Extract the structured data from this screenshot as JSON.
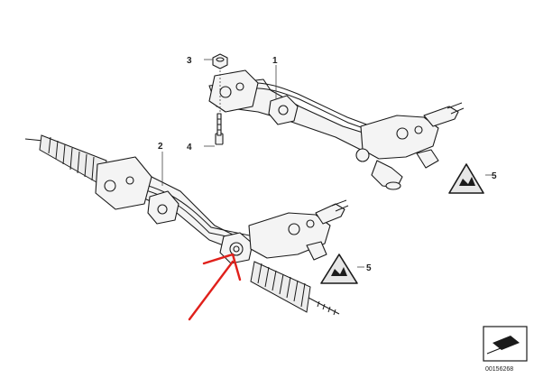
{
  "callouts": [
    {
      "id": "c1",
      "text": "1"
    },
    {
      "id": "c2",
      "text": "2"
    },
    {
      "id": "c3",
      "text": "3"
    },
    {
      "id": "c4",
      "text": "4"
    },
    {
      "id": "c5a",
      "text": "5"
    },
    {
      "id": "c5b",
      "text": "5"
    }
  ],
  "reference_number": "00156268",
  "colors": {
    "line": "#1a1a1a",
    "part_fill": "#f4f4f4",
    "arrow": "#e0201b",
    "warning_symbol": "#e6e6e6"
  },
  "icons": [
    "warning-triangle-icon",
    "bolt-icon",
    "nut-icon",
    "red-arrow-annotation",
    "page-corner-icon"
  ]
}
